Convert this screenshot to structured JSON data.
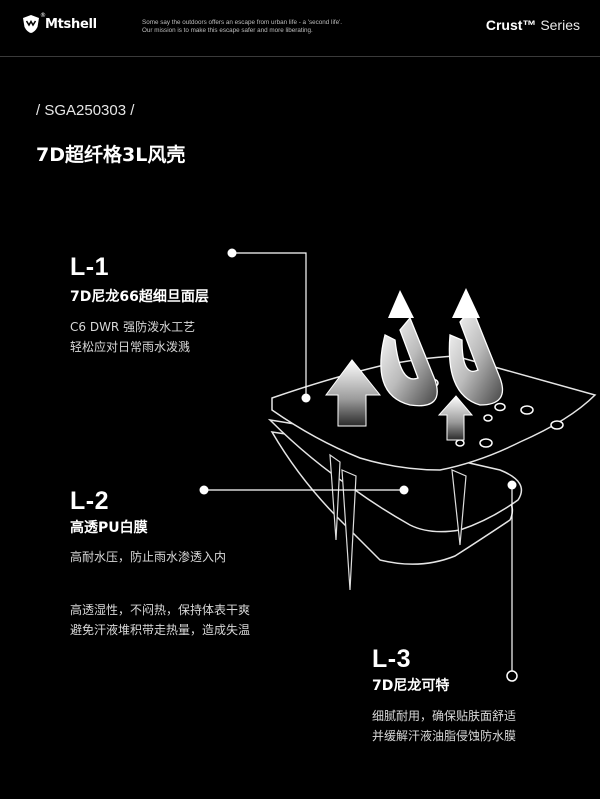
{
  "header": {
    "brand": "Mtshell",
    "slogan_line1": "Some say the outdoors offers an escape from urban life - a 'second life'.",
    "slogan_line2": "Our mission is to make this escape safer and more liberating.",
    "series_brand": "Crust™",
    "series_word": "Series"
  },
  "product": {
    "code": "/ SGA250303 /",
    "title": "7D超纤格3L风壳"
  },
  "layers": {
    "l1": {
      "label": "L-1",
      "name": "7D尼龙66超细旦面层",
      "desc_line1": "C6 DWR 强防泼水工艺",
      "desc_line2": "轻松应对日常雨水泼溅"
    },
    "l2": {
      "label": "L-2",
      "name": "高透PU白膜",
      "desc1": "高耐水压，防止雨水渗透入内",
      "desc2_line1": "高透湿性，不闷热，保持体表干爽",
      "desc2_line2": "避免汗液堆积带走热量，造成失温"
    },
    "l3": {
      "label": "L-3",
      "name": "7D尼龙可特",
      "desc_line1": "细腻耐用，确保贴肤面舒适",
      "desc_line2": "并缓解汗液油脂侵蚀防水膜"
    }
  },
  "colors": {
    "background": "#000000",
    "text": "#ffffff",
    "divider": "#3a3a3a"
  }
}
